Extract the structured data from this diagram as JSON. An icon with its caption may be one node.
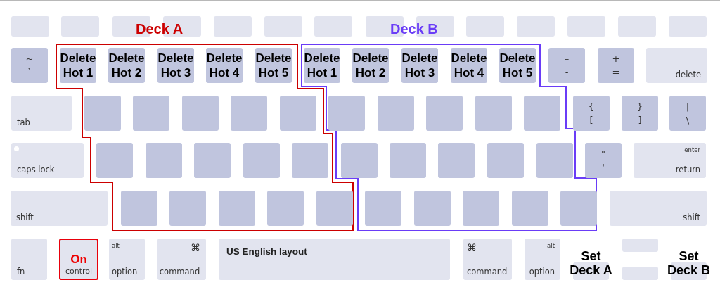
{
  "diagram": {
    "nodes": [
      {
        "text": [],
        "shape": "box"
      },
      {
        "text": [],
        "shape": "box"
      },
      {
        "text": [],
        "shape": "box"
      },
      {
        "text": [],
        "shape": "box"
      },
      {
        "text": [],
        "shape": "box"
      },
      {
        "text": [],
        "shape": "box"
      },
      {
        "text": [],
        "shape": "box"
      },
      {
        "text": [],
        "shape": "box"
      },
      {
        "text": [],
        "shape": "box"
      },
      {
        "text": [],
        "shape": "box"
      },
      {
        "text": [],
        "shape": "box"
      },
      {
        "text": [],
        "shape": "box"
      },
      {
        "text": [],
        "shape": "box"
      },
      {
        "text": [],
        "shape": "box"
      },
      {
        "text": [
          "Deck A"
        ]
      },
      {
        "text": [
          "Deck B"
        ]
      },
      {
        "text": [
          "~",
          "`"
        ]
      },
      {
        "text": [
          "Delete Hot 1"
        ],
        "in": 14
      },
      {
        "text": [
          "Delete Hot 2"
        ],
        "in": 14
      },
      {
        "text": [
          "Delete Hot 3"
        ],
        "in": 14
      },
      {
        "text": [
          "Delete Hot 4"
        ],
        "in": 14
      },
      {
        "text": [
          "Delete Hot 5"
        ],
        "in": 14
      },
      {
        "text": [
          "Delete Hot 1"
        ],
        "in": 15
      },
      {
        "text": [
          "Delete Hot 2"
        ],
        "in": 15
      },
      {
        "text": [
          "Delete Hot 3"
        ],
        "in": 15
      },
      {
        "text": [
          "Delete Hot 4"
        ],
        "in": 15
      },
      {
        "text": [
          "Delete Hot 5"
        ],
        "in": 15
      },
      {
        "text": [
          "–",
          "-"
        ]
      },
      {
        "text": [
          "+",
          "="
        ]
      },
      {
        "text": [
          "delete"
        ]
      },
      {
        "text": [
          "tab"
        ]
      },
      {
        "text": [],
        "shape": "box",
        "in": 14
      },
      {
        "text": [],
        "shape": "box",
        "in": 14
      },
      {
        "text": [],
        "shape": "box",
        "in": 14
      },
      {
        "text": [],
        "shape": "box",
        "in": 14
      },
      {
        "text": [],
        "shape": "box",
        "in": 14
      },
      {
        "text": [],
        "shape": "box",
        "in": 15
      },
      {
        "text": [],
        "shape": "box",
        "in": 15
      },
      {
        "text": [],
        "shape": "box",
        "in": 15
      },
      {
        "text": [],
        "shape": "box",
        "in": 15
      },
      {
        "text": [],
        "shape": "box",
        "in": 15
      },
      {
        "text": [
          "{",
          "["
        ]
      },
      {
        "text": [
          "}",
          "]"
        ]
      },
      {
        "text": [
          "|",
          "\\"
        ]
      },
      {
        "text": [
          "caps lock"
        ]
      },
      {
        "text": [],
        "shape": "box",
        "in": 14
      },
      {
        "text": [],
        "shape": "box",
        "in": 14
      },
      {
        "text": [],
        "shape": "box",
        "in": 14
      },
      {
        "text": [],
        "shape": "box",
        "in": 14
      },
      {
        "text": [],
        "shape": "box",
        "in": 14
      },
      {
        "text": [],
        "shape": "box",
        "in": 15
      },
      {
        "text": [],
        "shape": "box",
        "in": 15
      },
      {
        "text": [],
        "shape": "box",
        "in": 15
      },
      {
        "text": [],
        "shape": "box",
        "in": 15
      },
      {
        "text": [],
        "shape": "box",
        "in": 15
      },
      {
        "text": [
          "\"",
          "'"
        ]
      },
      {
        "text": [
          "enter",
          "return"
        ]
      },
      {
        "text": [
          "shift"
        ]
      },
      {
        "text": [],
        "shape": "box",
        "in": 14
      },
      {
        "text": [],
        "shape": "box",
        "in": 14
      },
      {
        "text": [],
        "shape": "box",
        "in": 14
      },
      {
        "text": [],
        "shape": "box",
        "in": 14
      },
      {
        "text": [],
        "shape": "box",
        "in": 14
      },
      {
        "text": [],
        "shape": "box",
        "in": 15
      },
      {
        "text": [],
        "shape": "box",
        "in": 15
      },
      {
        "text": [],
        "shape": "box",
        "in": 15
      },
      {
        "text": [],
        "shape": "box",
        "in": 15
      },
      {
        "text": [],
        "shape": "box",
        "in": 15
      },
      {
        "text": [
          "shift"
        ]
      },
      {
        "text": [
          "fn"
        ]
      },
      {
        "text": [
          "On",
          "control"
        ]
      },
      {
        "text": [
          "alt",
          "option"
        ]
      },
      {
        "text": [
          "⌘",
          "command"
        ]
      },
      {
        "text": [
          "US English layout"
        ]
      },
      {
        "text": [
          "⌘",
          "command"
        ]
      },
      {
        "text": [
          "alt",
          "option"
        ]
      },
      {
        "text": [],
        "shape": "box"
      },
      {
        "text": [
          "Set Deck A"
        ]
      },
      {
        "text": [],
        "shape": "box"
      },
      {
        "text": [
          "Set Deck B"
        ]
      }
    ]
  }
}
